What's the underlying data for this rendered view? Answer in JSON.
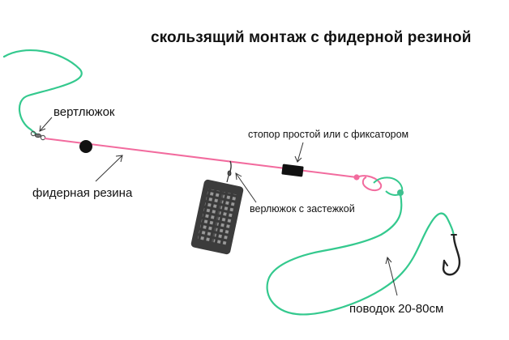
{
  "title": "скользящий монтаж с фидерной резиной",
  "labels": {
    "swivel": "вертлюжок",
    "feeder_rubber": "фидерная резина",
    "stopper": "стопор простой или с фиксатором",
    "snap_swivel": "верлюжок с застежкой",
    "leader": "поводок 20-80см"
  },
  "colors": {
    "main_line": "#34c98e",
    "rubber": "#f26b9e",
    "bead": "#111111",
    "stopper": "#111111",
    "feeder": "#3c3c3c",
    "hook": "#222222",
    "arrow": "#333333",
    "leader_bead": "#3fbf8f"
  }
}
